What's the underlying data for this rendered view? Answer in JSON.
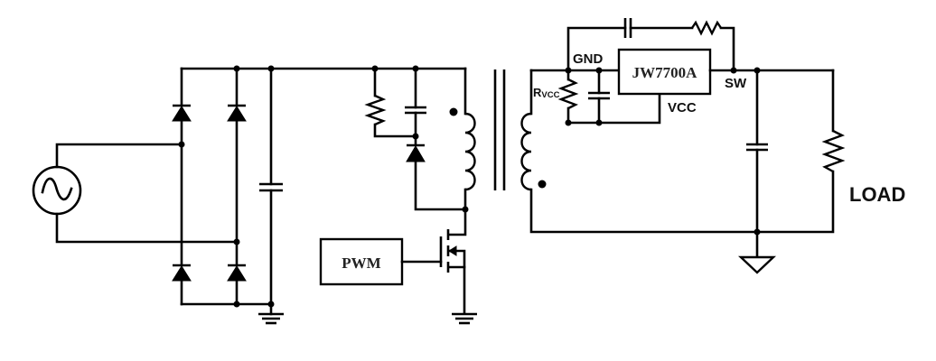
{
  "diagram": {
    "title": "Flyback converter with JW7700A synchronous rectifier",
    "colors": {
      "stroke": "#000000",
      "background": "#ffffff"
    },
    "components": {
      "ac_source": {
        "kind": "ac-voltage-source"
      },
      "bridge_rectifier": {
        "kind": "diode-bridge",
        "diode_count": 4
      },
      "bulk_capacitor": {
        "kind": "capacitor"
      },
      "rcd_snubber": {
        "kinds": [
          "resistor",
          "capacitor",
          "diode"
        ]
      },
      "transformer": {
        "kind": "flyback-transformer",
        "windings": 2
      },
      "pwm_controller": {
        "label": "PWM"
      },
      "primary_switch": {
        "kind": "n-channel-mosfet"
      },
      "sr_controller": {
        "label": "JW7700A"
      },
      "output_capacitor": {
        "kind": "capacitor"
      },
      "load_resistor": {
        "kind": "resistor"
      }
    },
    "labels": {
      "pwm": "PWM",
      "ic": "JW7700A",
      "gnd_pin": "GND",
      "sw_pin": "SW",
      "vcc_pin": "VCC",
      "rvcc_main": "R",
      "rvcc_sub": "VCC",
      "load": "LOAD"
    }
  }
}
